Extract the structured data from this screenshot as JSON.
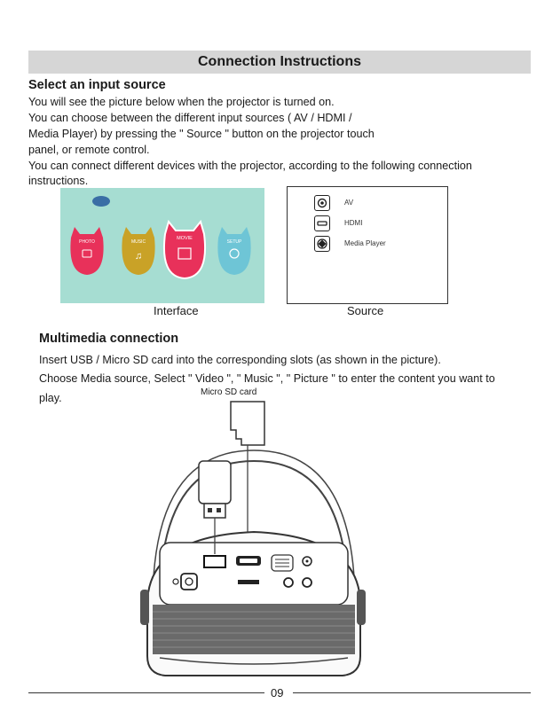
{
  "header": {
    "title": "Connection Instructions"
  },
  "section1": {
    "heading": "Select an input source",
    "lines": [
      "You will see the picture below when the projector is turned on.",
      "You can choose between the different input sources ( AV / HDMI /",
      "Media Player) by pressing the \" Source \" button on the projector touch",
      "panel, or remote control.",
      "You can connect different devices with the projector, according to the following connection",
      "instructions."
    ]
  },
  "interface_screen": {
    "tiles": [
      {
        "label": "PHOTO",
        "color": "#e8315a"
      },
      {
        "label": "MUSIC",
        "color": "#c9a227"
      },
      {
        "label": "MOVIE",
        "color": "#e8315a"
      },
      {
        "label": "SETUP",
        "color": "#6ec5d6"
      }
    ],
    "background": "#a6ddd2"
  },
  "source_menu": {
    "items": [
      {
        "label": "AV",
        "icon": "av-icon"
      },
      {
        "label": "HDMI",
        "icon": "hdmi-icon"
      },
      {
        "label": "Media Player",
        "icon": "media-player-icon"
      }
    ]
  },
  "captions": {
    "interface": "Interface",
    "source": "Source"
  },
  "section2": {
    "heading": "Multimedia connection",
    "lines": [
      "Insert USB / Micro SD card into the corresponding slots (as shown in the picture).",
      "Choose Media source, Select \" Video \", \" Music \", \" Picture \" to enter the content you want to",
      "play."
    ],
    "micro_sd_label": "Micro SD card"
  },
  "footer": {
    "page_number": "09"
  }
}
